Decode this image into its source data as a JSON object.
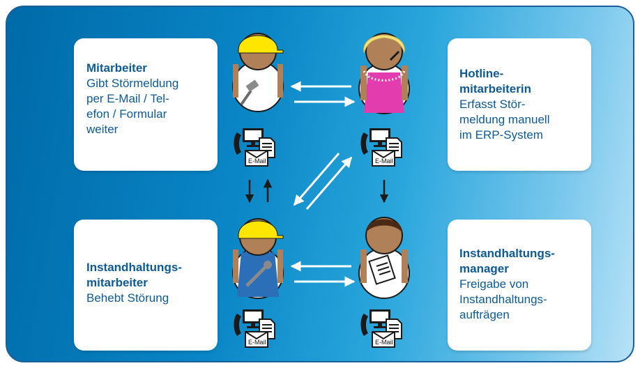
{
  "cards": {
    "employee": {
      "title": "Mitarbeiter",
      "text": "Gibt Störmeldung\nper E-Mail / Tel-\nefon / Formular\nweiter"
    },
    "hotline": {
      "title": "Hotline-\nmitarbeiterin",
      "text": "Erfasst Stör-\nmeldung manuell\nim ERP-System"
    },
    "maintenance_worker": {
      "title": "Instandhaltungs-\nmitarbeiter",
      "text": "Behebt Störung"
    },
    "maintenance_manager": {
      "title": "Instandhaltungs-\nmanager",
      "text": "Freigabe von\nInstandhaltungs-\naufträgen"
    }
  },
  "device_label": "E-Mail",
  "colors": {
    "card_text": "#0e5a93",
    "panel_dark": "#006aa8",
    "panel_light": "#b8e2f6",
    "skin": "#b08158",
    "helmet": "#ffe600",
    "dress": "#e23cae",
    "hair_blonde": "#f6e27a",
    "hair_brown": "#4a2a14",
    "overall": "#2a6fb8"
  },
  "icons": {
    "employee": "worker-with-hammer-icon",
    "hotline": "woman-with-headset-icon",
    "maintenance_worker": "worker-with-wrench-icon",
    "maintenance_manager": "manager-with-clipboard-icon",
    "device": "phone-computer-mail-icon"
  }
}
